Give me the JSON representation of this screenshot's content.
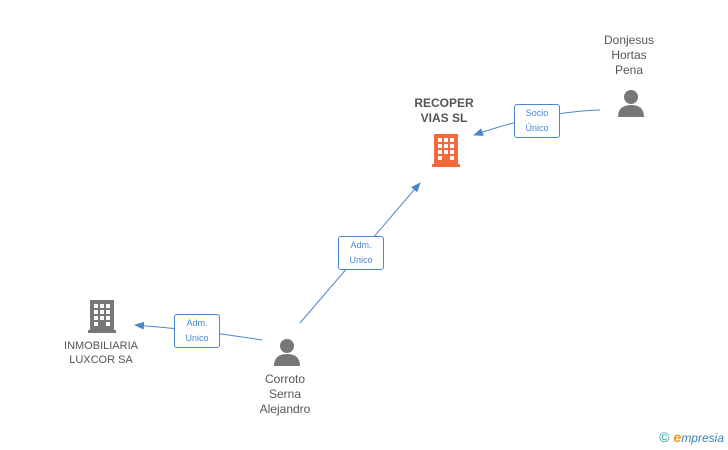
{
  "nodes": {
    "recoper": {
      "label": "RECOPER\nVIAS SL",
      "type": "company",
      "color": "#f4683a"
    },
    "inmobiliaria": {
      "label": "INMOBILIARIA\nLUXCOR SA",
      "type": "company",
      "color": "#777777"
    },
    "donjesus": {
      "label": "Donjesus\nHortas\nPena",
      "type": "person",
      "color": "#777777"
    },
    "corroto": {
      "label": "Corroto\nSerna\nAlejandro",
      "type": "person",
      "color": "#777777"
    }
  },
  "relations": {
    "socio_unico": "Socio\nÚnico",
    "adm_unico_recoper": "Adm.\nUnico",
    "adm_unico_inmobiliaria": "Adm.\nUnico"
  },
  "footer": {
    "copyright": "©",
    "brand_initial": "e",
    "brand_rest": "mpresia"
  },
  "colors": {
    "edge": "#4a86d0",
    "accent_company": "#f4683a",
    "neutral": "#777777"
  }
}
